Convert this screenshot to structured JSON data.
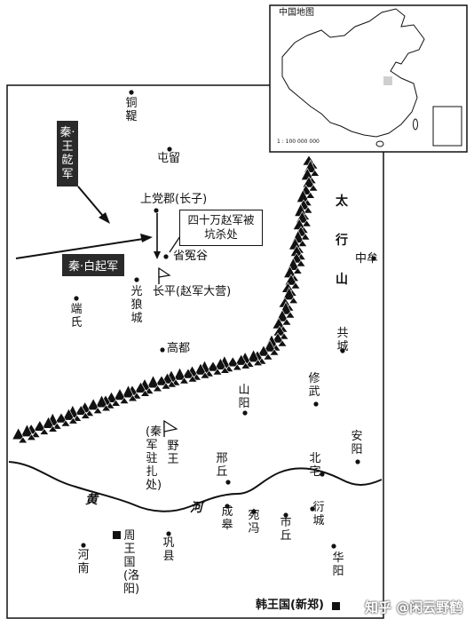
{
  "inset": {
    "title": "中国地图",
    "scale": "1 : 100 000 000"
  },
  "armies": {
    "wang_he": "秦·王龁军",
    "bai_qi": "秦·白起军"
  },
  "callout": "四十万赵军被坑杀处",
  "places": {
    "tongdi": "铜鞮",
    "tunliu": "屯留",
    "shangdang": "上党郡(长子)",
    "xiaoyuangu": "省冤谷",
    "changping": "长平(赵军大营)",
    "guanglangcheng": "光狼城",
    "duanshi": "端氏",
    "gaodu": "高都",
    "zhongmou": "中牟",
    "gongcheng": "共城",
    "xiuwu": "修武",
    "shanyang": "山阳",
    "anyang": "安阳",
    "yewang": "野王",
    "yewang_note": "(秦军驻扎处)",
    "xingqiu": "邢丘",
    "beizhai": "北宅",
    "chenggao": "成皋",
    "wanfeng": "宛冯",
    "shiqiu": "市丘",
    "yancheng": "衍城",
    "gongxian": "巩县",
    "zhouwangguo": "周王国(洛阳)",
    "henan": "河南",
    "huayang": "华阳",
    "hanwangguo": "韩王国(新郑)"
  },
  "mountain_label": "太行山",
  "river_label_1": "黄",
  "river_label_2": "河",
  "watermark": "知乎 @闲云野鹤",
  "colors": {
    "ink": "#111111",
    "army_box": "#2a2a2a",
    "inset_region": "#cfcfcf"
  }
}
